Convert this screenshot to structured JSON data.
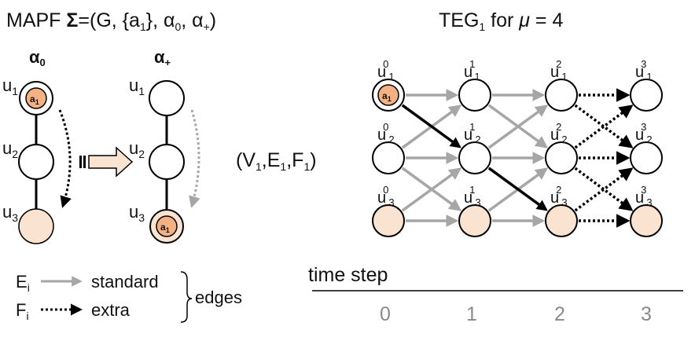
{
  "header": {
    "left": {
      "prefix": "MAPF ",
      "sigma": "Σ",
      "tail": "=(G, {a",
      "sub1": "1",
      "mid": "}, α",
      "sub2": "0",
      "end1": ", α",
      "sub3": "+",
      "end2": ")"
    },
    "right": {
      "prefix": "TEG",
      "sub": "1",
      "middle": " for ",
      "mu": "μ",
      "suffix": " = 4"
    }
  },
  "configs": {
    "alpha0": {
      "symbol": "α",
      "sub": "0"
    },
    "alphaPlus": {
      "symbol": "α",
      "sub": "+"
    }
  },
  "graph_nodes": {
    "letter": "u",
    "indices": [
      "1",
      "2",
      "3"
    ]
  },
  "agent": {
    "letter": "a",
    "sub": "1"
  },
  "middle_tuple": {
    "open": "(V",
    "s1": "1",
    "c1": ",E",
    "s2": "1",
    "c2": ",F",
    "s3": "1",
    "close": ")"
  },
  "teg": {
    "node_letter": "u",
    "time_steps": [
      "0",
      "1",
      "2",
      "3"
    ],
    "row_indices": [
      "1",
      "2",
      "3"
    ]
  },
  "legend": {
    "standard": {
      "letter": "E",
      "sub": "i",
      "label": "standard"
    },
    "extra": {
      "letter": "F",
      "sub": "i",
      "label": "extra"
    },
    "group_label": "edges"
  },
  "timeline": {
    "label": "time step",
    "ticks": [
      "0",
      "1",
      "2",
      "3"
    ]
  },
  "colors": {
    "node_fill": "#ffffff",
    "goal_fill": "#fbe3d1",
    "agent_fill": "#f4b183",
    "standard_edge": "#a6a6a6",
    "extra_edge": "#000000",
    "path_edge": "#000000",
    "tick_text": "#8a8a8a"
  }
}
